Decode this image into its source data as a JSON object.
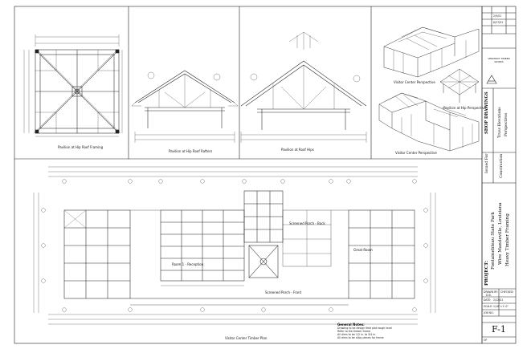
{
  "title_block": {
    "dates": [
      "2/5/01",
      "6/27/01"
    ],
    "shop_drawings": "SHOP DRAWINGS",
    "sheet_subject": [
      "Truss Elevations",
      "Perspectives"
    ],
    "issued_for": "Issued For",
    "construction": "Construction",
    "project_label": "PROJECT:",
    "project_lines": [
      "Fontainebleau State Park",
      "Wire Mandeville, Louisiana",
      "Heavy Timber Framing"
    ],
    "drawn_by_label": "DRAWN BY:",
    "drawn_by": "D.B.",
    "checked_label": "CHECKED:",
    "date_label": "DATE:",
    "date": "2/22/01",
    "scale_label": "SCALE:",
    "scale": "1/16\"=1'-0\"",
    "job_label": "JOB NO:",
    "sheet_number": "F-1",
    "of_label": "OF",
    "company": "VERMONT TIMBER WORKS"
  },
  "captions": {
    "hip_roof_framing": "Pavilion at Hip Roof Framing",
    "hip_roof_rafters": "Pavilion at Hip Roof Rafters",
    "roof_hips": "Pavilion at Roof Hips",
    "visitor_center_perspective": "Visitor Center Perspective",
    "pavilion_perspective": "Pavilion at Hip Perspective",
    "visitor_center_perspective_2": "Visitor Center Perspective",
    "visitor_center_timber_plan": "Visitor Center Timber Plan",
    "screened_porch_back": "Screened Porch - Back",
    "screened_porch_front": "Screened Porch - Front",
    "great_room": "Great Room",
    "reception": "Room 1 - Reception",
    "general_notes_title": "General Notes:"
  },
  "general_notes": [
    "Drawing to be design field plot rough level",
    "Refer to the timber frame.",
    "All dims to be 1/2 in. to 3/4 in.",
    "All dims to be alloy pieces for frame"
  ]
}
